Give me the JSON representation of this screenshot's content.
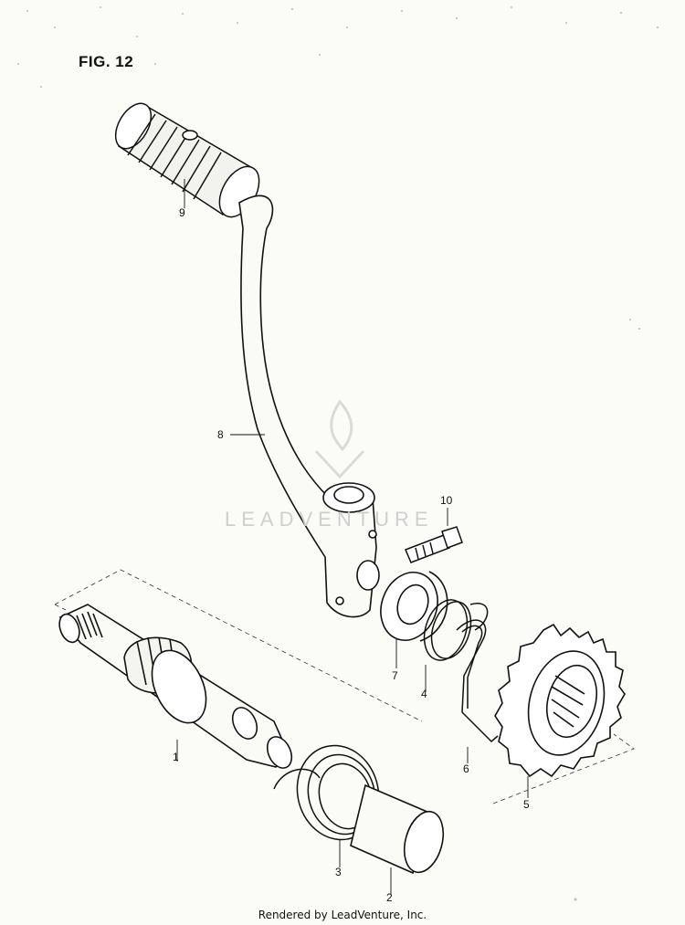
{
  "figure": {
    "title": "FIG. 12"
  },
  "callouts": {
    "c1": "1",
    "c2": "2",
    "c3": "3",
    "c4": "4",
    "c5": "5",
    "c6": "6",
    "c7": "7",
    "c8": "8",
    "c9": "9",
    "c10": "10"
  },
  "watermark": {
    "text": "LEADVENTURE"
  },
  "footer": {
    "text": "Rendered by LeadVenture, Inc."
  }
}
